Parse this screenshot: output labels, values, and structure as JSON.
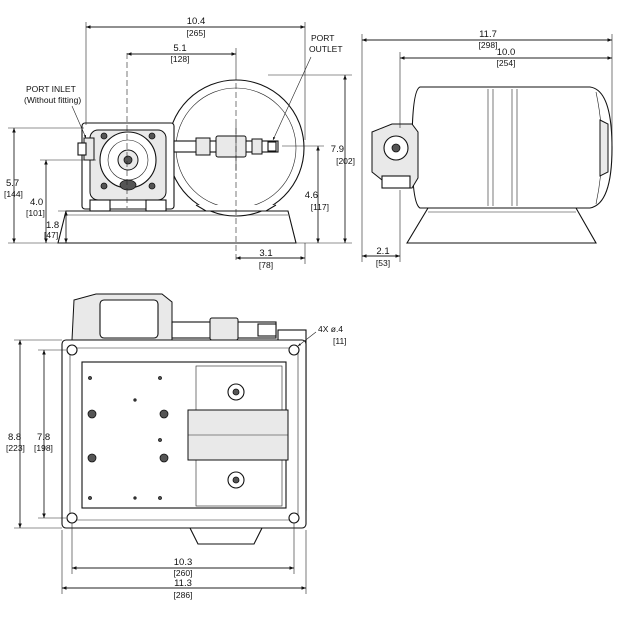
{
  "front_view": {
    "width_total": {
      "inch": "10.4",
      "mm": "[265]"
    },
    "pump_offset": {
      "inch": "5.1",
      "mm": "[128]"
    },
    "height_total": {
      "inch": "7.9",
      "mm": "[202]"
    },
    "outlet_height": {
      "inch": "4.6",
      "mm": "[117]"
    },
    "inlet_height": {
      "inch": "5.7",
      "mm": "[144]"
    },
    "pump_center_height": {
      "inch": "4.0",
      "mm": "[101]"
    },
    "base_height": {
      "inch": "1.8",
      "mm": "[47]"
    },
    "tank_offset": {
      "inch": "3.1",
      "mm": "[78]"
    },
    "port_inlet_label": "PORT INLET",
    "port_inlet_note": "(Without fitting)",
    "port_outlet_label_1": "PORT",
    "port_outlet_label_2": "OUTLET"
  },
  "side_view": {
    "overall_length": {
      "inch": "11.7",
      "mm": "[298]"
    },
    "tank_length": {
      "inch": "10.0",
      "mm": "[254]"
    },
    "pump_depth": {
      "inch": "2.1",
      "mm": "[53]"
    }
  },
  "top_view": {
    "hole_note": "4X ø.4",
    "hole_note_mm": "[11]",
    "depth_total": {
      "inch": "8.8",
      "mm": "[223]"
    },
    "hole_spacing_depth": {
      "inch": "7.8",
      "mm": "[198]"
    },
    "hole_spacing_width": {
      "inch": "10.3",
      "mm": "[260]"
    },
    "width_total": {
      "inch": "11.3",
      "mm": "[286]"
    }
  }
}
